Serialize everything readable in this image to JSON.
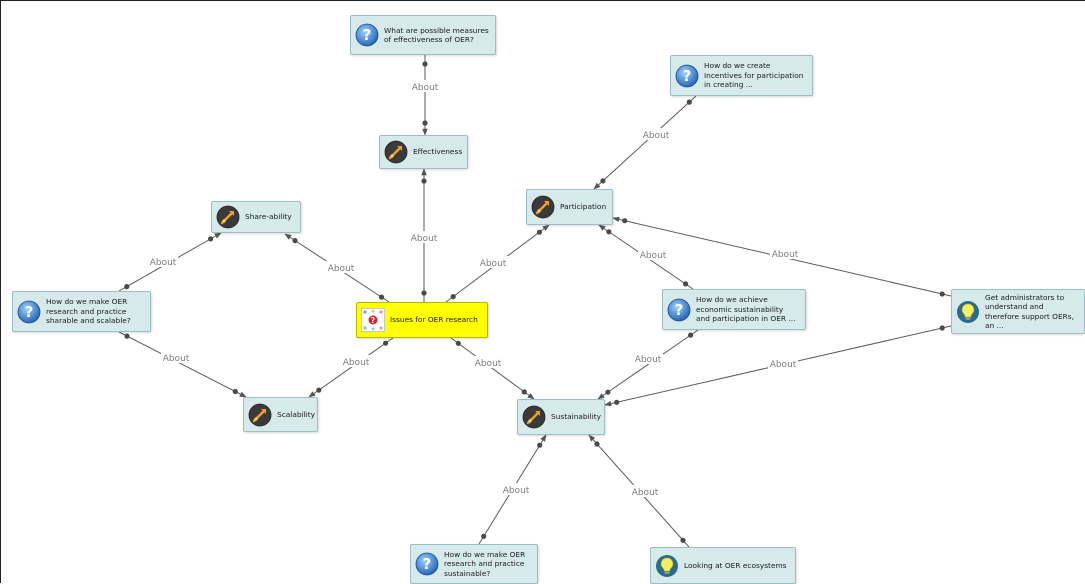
{
  "edge_label": "About",
  "nodes": [
    {
      "id": "q_effect",
      "type": "question",
      "text": "What are possible measures of effectiveness of OER?"
    },
    {
      "id": "effect",
      "type": "issue",
      "text": "Effectiveness"
    },
    {
      "id": "q_incent",
      "type": "question",
      "text": "How do we create Incentives for participation in creating ..."
    },
    {
      "id": "particip",
      "type": "issue",
      "text": "Participation"
    },
    {
      "id": "share",
      "type": "issue",
      "text": "Share-ability"
    },
    {
      "id": "q_share",
      "type": "question",
      "text": "How do we make OER research and practice sharable and scalable?"
    },
    {
      "id": "root",
      "type": "root",
      "text": "Issues for OER research"
    },
    {
      "id": "q_econ",
      "type": "question",
      "text": "How do we achieve economic sustainability and participation in OER ..."
    },
    {
      "id": "idea_admin",
      "type": "idea",
      "text": "Get administrators to understand and therefore support OERs, an ..."
    },
    {
      "id": "scal",
      "type": "issue",
      "text": "Scalability"
    },
    {
      "id": "sustain",
      "type": "issue",
      "text": "Sustainability"
    },
    {
      "id": "q_sust",
      "type": "question",
      "text": "How do we make OER research and practice sustainable?"
    },
    {
      "id": "idea_eco",
      "type": "idea",
      "text": "Looking at OER ecosystems"
    }
  ],
  "edges": [
    {
      "from": "q_effect",
      "to": "effect"
    },
    {
      "from": "root",
      "to": "effect"
    },
    {
      "from": "q_incent",
      "to": "particip"
    },
    {
      "from": "root",
      "to": "particip"
    },
    {
      "from": "q_econ",
      "to": "particip"
    },
    {
      "from": "idea_admin",
      "to": "particip"
    },
    {
      "from": "root",
      "to": "share"
    },
    {
      "from": "q_share",
      "to": "share"
    },
    {
      "from": "q_share",
      "to": "scal"
    },
    {
      "from": "root",
      "to": "scal"
    },
    {
      "from": "root",
      "to": "sustain"
    },
    {
      "from": "q_econ",
      "to": "sustain"
    },
    {
      "from": "idea_admin",
      "to": "sustain"
    },
    {
      "from": "q_sust",
      "to": "sustain"
    },
    {
      "from": "idea_eco",
      "to": "sustain"
    }
  ]
}
